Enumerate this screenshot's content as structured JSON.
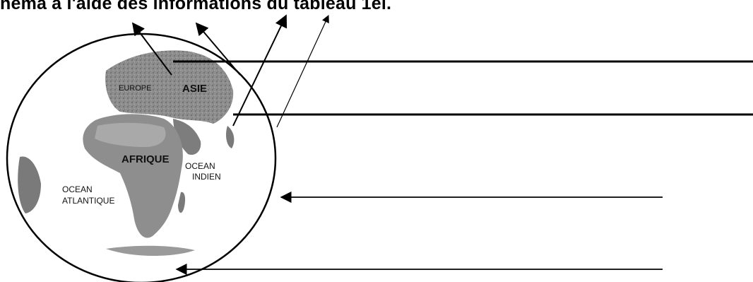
{
  "instruction": "hema à l'aide des informations du tableau 1el.",
  "globe_labels": {
    "europe": "EUROPE",
    "asia": "ASIE",
    "africa": "AFRIQUE",
    "indian_ocean_line1": "OCEAN",
    "indian_ocean_line2": "INDIEN",
    "atlantic_ocean_line1": "OCEAN",
    "atlantic_ocean_line2": "ATLANTIQUE"
  },
  "colors": {
    "ink": "#000000",
    "land_dark": "#5a5a5a",
    "land_mid": "#8c8c8c",
    "land_light": "#b8b8b8",
    "ocean": "#ffffff"
  }
}
